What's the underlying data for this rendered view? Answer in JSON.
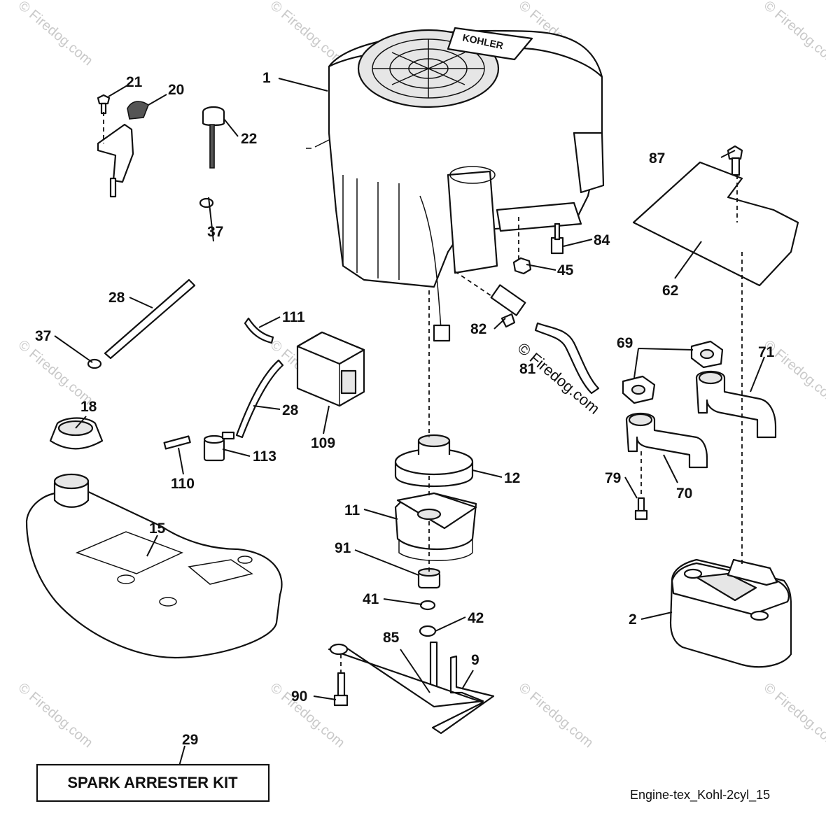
{
  "callouts": {
    "c1": "1",
    "c2": "2",
    "c9": "9",
    "c11": "11",
    "c12": "12",
    "c15": "15",
    "c18": "18",
    "c20": "20",
    "c21": "21",
    "c22": "22",
    "c28a": "28",
    "c28b": "28",
    "c29": "29",
    "c37a": "37",
    "c37b": "37",
    "c41": "41",
    "c42": "42",
    "c45": "45",
    "c62": "62",
    "c69": "69",
    "c70": "70",
    "c71": "71",
    "c79": "79",
    "c81": "81",
    "c82": "82",
    "c84": "84",
    "c85": "85",
    "c87": "87",
    "c90": "90",
    "c91": "91",
    "c109": "109",
    "c110": "110",
    "c111": "111",
    "c113": "113"
  },
  "kit_label": "SPARK ARRESTER KIT",
  "engine_brand": "KOHLER",
  "diagram_reference": "Engine-tex_Kohl-2cyl_15",
  "watermark": "© Firedog.com",
  "watermark_center": "© Firedog.com"
}
